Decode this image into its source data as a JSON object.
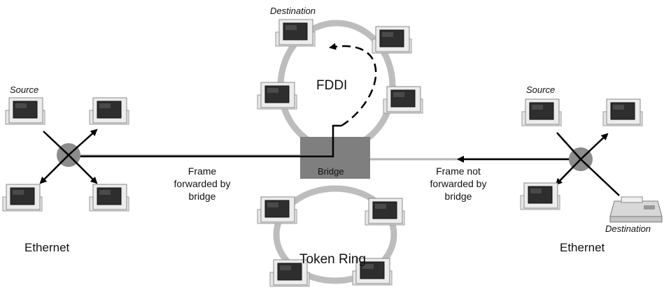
{
  "colors": {
    "background": "#ffffff",
    "ring": "#bdbdbd",
    "link": "#8a8a8a",
    "bridge": "#7f7f7f",
    "arrow": "#000000",
    "computer_body": "#e4e4e4",
    "computer_screen": "#2f2f2f",
    "hub": "#8c8c8c"
  },
  "labels": {
    "left_source": "Source",
    "top_destination": "Destination",
    "right_source": "Source",
    "right_destination": "Destination",
    "fddi": "FDDI",
    "token_ring": "Token Ring",
    "bridge": "Bridge",
    "left_network": "Ethernet",
    "right_network": "Ethernet",
    "forwarded_line1": "Frame",
    "forwarded_line2": "forwarded by",
    "forwarded_line3": "bridge",
    "not_forwarded_line1": "Frame not",
    "not_forwarded_line2": "forwarded by",
    "not_forwarded_line3": "bridge"
  },
  "icons": {
    "computer": "desktop-computer-icon",
    "printer": "printer-icon",
    "hub": "ethernet-hub-icon"
  }
}
